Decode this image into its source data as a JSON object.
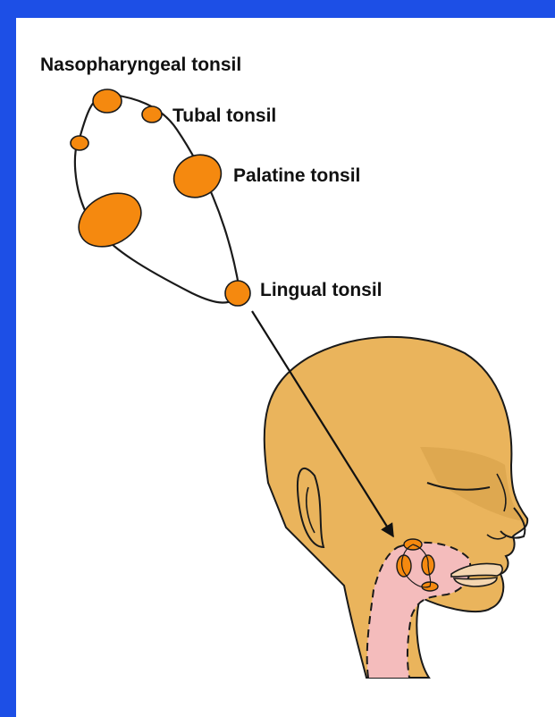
{
  "labels": {
    "nasopharyngeal": "Nasopharyngeal tonsil",
    "tubal": "Tubal tonsil",
    "palatine": "Palatine tonsil",
    "lingual": "Lingual tonsil"
  },
  "colors": {
    "background_border": "#1d4fe6",
    "tonsil_fill": "#f5890f",
    "skin_fill": "#eab45c",
    "throat_fill": "#f4bcbc",
    "outline": "#1a1a1a"
  }
}
